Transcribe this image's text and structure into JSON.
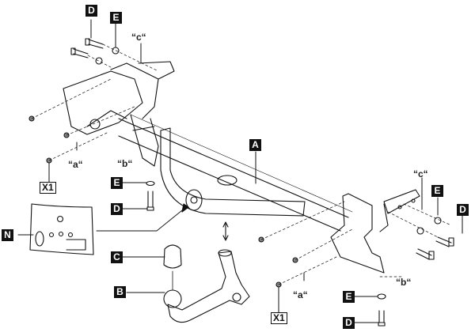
{
  "title": "Towbar assembly exploded diagram",
  "colors": {
    "ink": "#111111",
    "label_bg": "#111111",
    "label_fg": "#ffffff",
    "background": "#ffffff"
  },
  "labels": {
    "A": "A",
    "B": "B",
    "C": "C",
    "D_top": "D",
    "E_top": "E",
    "D_left": "D",
    "E_left": "E",
    "D_right": "D",
    "E_right": "E",
    "D_bottom": "D",
    "E_bottom": "E",
    "N": "N",
    "X1_left": "X1",
    "X1_right": "X1"
  },
  "dimensions": {
    "c_top": "“c“",
    "a_left": "“a“",
    "b_left": "“b“",
    "c_right": "“c“",
    "a_right": "“a“",
    "b_right": "“b“"
  }
}
